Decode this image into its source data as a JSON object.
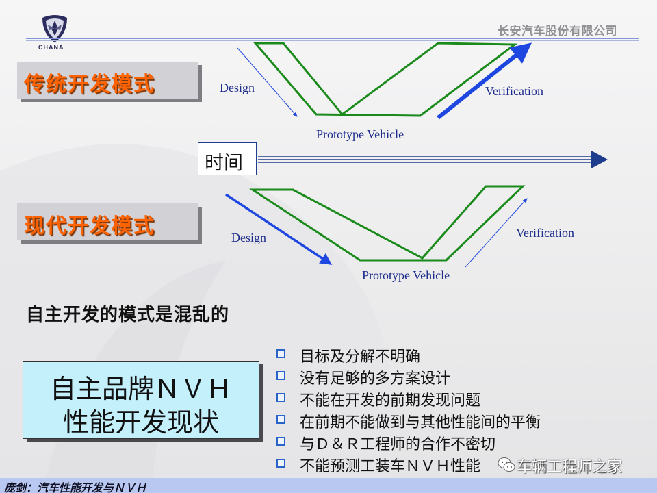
{
  "header": {
    "company": "长安汽车股份有限公司",
    "logo_text": "CHANA"
  },
  "modes": {
    "traditional": "传统开发模式",
    "modern": "现代开发模式"
  },
  "timeline": {
    "label": "时间"
  },
  "diagrams": {
    "traditional": {
      "design": "Design",
      "verification": "Verification",
      "prototype": "Prototype Vehicle"
    },
    "modern": {
      "design": "Design",
      "verification": "Verification",
      "prototype": "Prototype Vehicle"
    }
  },
  "status_text": "自主开发的模式是混乱的",
  "nvh_box": {
    "line1": "自主品牌ＮＶＨ",
    "line2": "性能开发现状"
  },
  "bullets": [
    "目标及分解不明确",
    "没有足够的多方案设计",
    "不能在开发的前期发现问题",
    "在前期不能做到与其他性能间的平衡",
    "与Ｄ＆Ｒ工程师的合作不密切",
    "不能预测工装车ＮＶＨ性能"
  ],
  "footer": {
    "text": "庞剑：汽车性能开发与ＮＶＨ"
  },
  "watermark": {
    "text": "车辆工程师之家"
  },
  "colors": {
    "mode_title": "#ff6200",
    "v_diagram": "#1a8a1a",
    "arrow_blue": "#1e46e0",
    "nvh_box_bg": "#c3f0fb",
    "footer_bg": "#b9c8f0"
  }
}
